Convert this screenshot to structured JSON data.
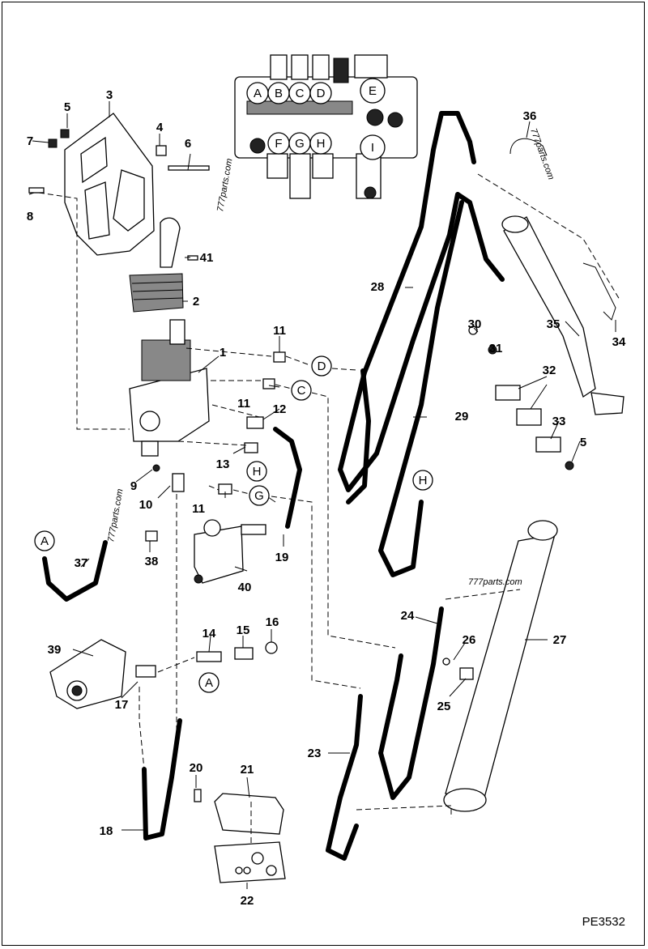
{
  "diagram_id": "PE3532",
  "watermarks": [
    "777parts.com",
    "777parts.com",
    "777parts.com",
    "777parts.com"
  ],
  "port_letters": [
    "A",
    "B",
    "C",
    "D",
    "E",
    "F",
    "G",
    "H",
    "I"
  ],
  "callouts": [
    "1",
    "2",
    "3",
    "4",
    "5",
    "6",
    "7",
    "8",
    "9",
    "10",
    "11",
    "12",
    "13",
    "14",
    "15",
    "16",
    "17",
    "18",
    "19",
    "20",
    "21",
    "22",
    "23",
    "24",
    "25",
    "26",
    "27",
    "28",
    "29",
    "30",
    "31",
    "32",
    "33",
    "34",
    "35",
    "36",
    "37",
    "38",
    "39",
    "40",
    "41"
  ],
  "extra_callouts": {
    "eleven_b": "11",
    "eleven_c": "11",
    "five_b": "5"
  },
  "port_refs": {
    "d": "D",
    "c": "C",
    "h": "H",
    "g": "G",
    "h2": "H",
    "a": "A",
    "a2": "A"
  }
}
